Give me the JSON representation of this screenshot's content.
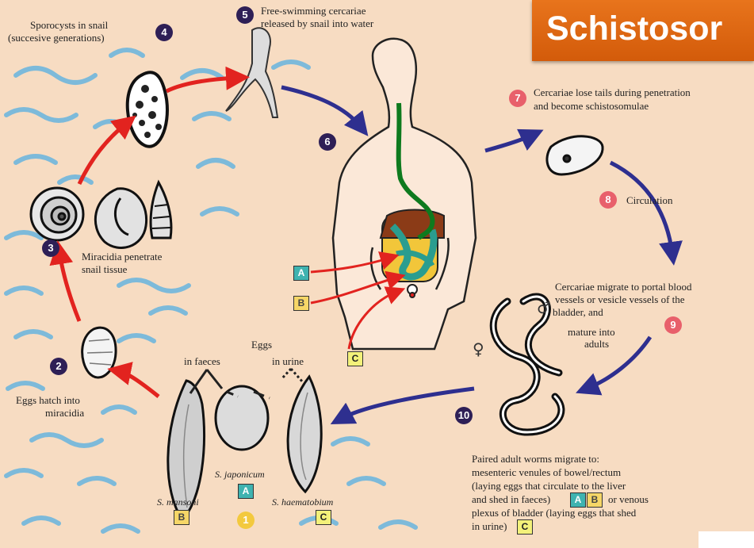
{
  "title": "Schistosor",
  "steps": {
    "s1": {
      "num": "1"
    },
    "s2": {
      "num": "2",
      "text_l1": "Eggs hatch into",
      "text_l2": "miracidia"
    },
    "s3": {
      "num": "3",
      "text_l1": "Miracidia penetrate",
      "text_l2": "snail tissue"
    },
    "s4": {
      "num": "4",
      "text_l1": "Sporocysts in snail",
      "text_l2": "(succesive generations)"
    },
    "s5": {
      "num": "5",
      "text_l1": "Free-swimming cercariae",
      "text_l2": "released by snail into water"
    },
    "s6": {
      "num": "6"
    },
    "s7": {
      "num": "7",
      "text_l1": "Cercariae lose tails during penetration",
      "text_l2": "and become schistosomulae"
    },
    "s8": {
      "num": "8",
      "text": "Circulation"
    },
    "s9": {
      "num": "9",
      "text_l1": "Cercariae migrate to portal blood",
      "text_l2": "vessels or vesicle vessels of the",
      "text_l3": "bladder, and",
      "text_l4": "mature into",
      "text_l5": "adults"
    },
    "s10": {
      "num": "10",
      "text_l1": "Paired adult worms migrate to:",
      "text_l2": "mesenteric venules of bowel/rectum",
      "text_l3": "(laying eggs that circulate to the liver",
      "text_l4": "and shed in faeces)",
      "text_l4b": "or venous",
      "text_l5": "plexus of bladder (laying eggs that shed",
      "text_l6": "in urine)"
    }
  },
  "eggs": {
    "heading": "Eggs",
    "in_faeces": "in faeces",
    "in_urine": "in urine",
    "mansoni": "S. mansoni",
    "japonicum": "S. japonicum",
    "haematobium": "S. haematobium"
  },
  "badges": {
    "A": "A",
    "B": "B",
    "C": "C"
  },
  "symbols": {
    "female": "♀",
    "male": "♂"
  },
  "colors": {
    "background": "#f7dcc2",
    "red_arrow": "#e2231f",
    "blue_arrow": "#2e2f8f",
    "title_band": "#e2691a",
    "water": "#5fb2e0",
    "dark_badge": "#2e1f56",
    "pink_badge": "#e8606b"
  }
}
